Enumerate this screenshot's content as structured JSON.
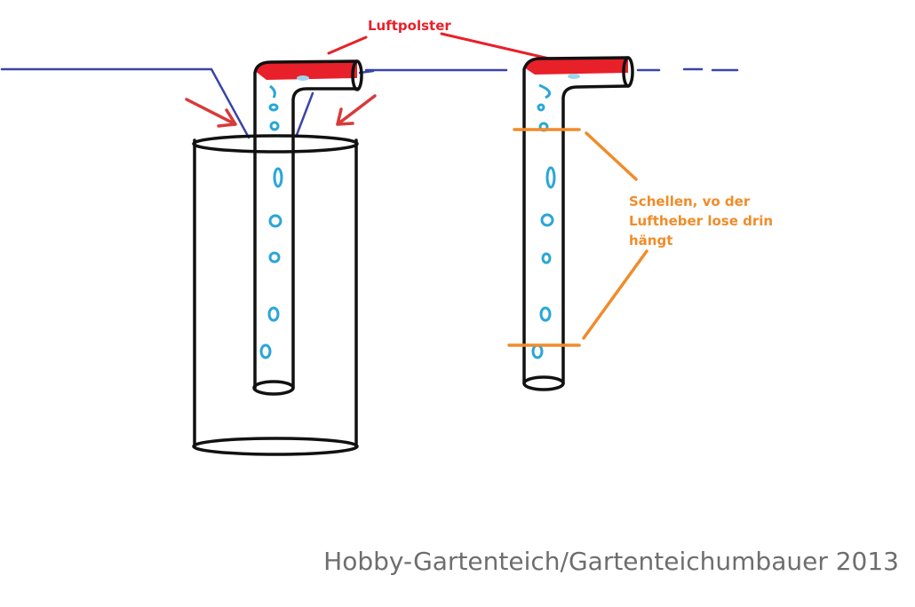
{
  "labels": {
    "air_cushion": "Luftpolster",
    "clamps_line1": "Schellen, vo der",
    "clamps_line2": "Luftheber lose drin",
    "clamps_line3": "hängt"
  },
  "watermark": "Hobby-Gartenteich/Gartenteichumbauer 2013",
  "colors": {
    "water_line": "#3a44a8",
    "pipe_outline": "#111111",
    "air_cushion": "#e8202a",
    "arrows": "#d83a3a",
    "clamps": "#f08c2a",
    "bubbles": "#2aa6d8"
  }
}
